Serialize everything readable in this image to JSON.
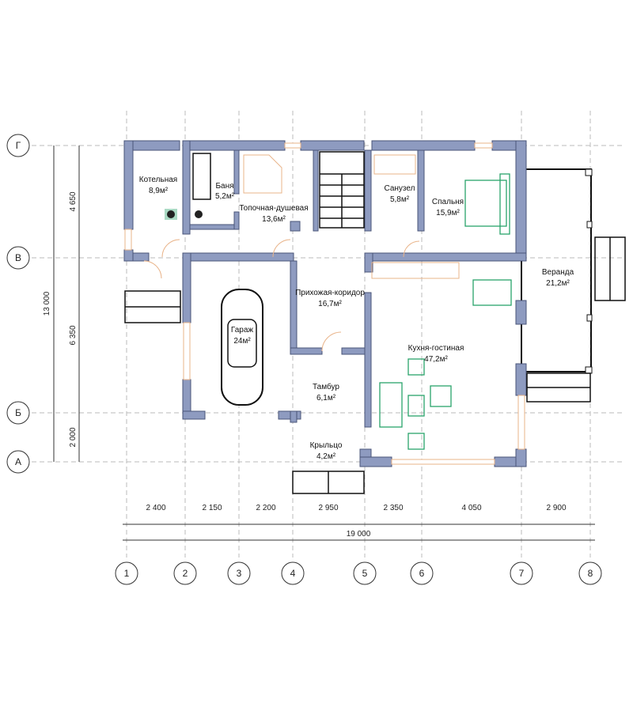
{
  "rooms": {
    "boiler": {
      "name": "Котельная",
      "area": "8,9м²"
    },
    "sauna": {
      "name": "Баня",
      "area": "5,2м²"
    },
    "shower": {
      "name": "Топочная-душевая",
      "area": "13,6м²"
    },
    "bathroom": {
      "name": "Санузел",
      "area": "5,8м²"
    },
    "bedroom": {
      "name": "Спальня",
      "area": "15,9м²"
    },
    "veranda": {
      "name": "Веранда",
      "area": "21,2м²"
    },
    "garage": {
      "name": "Гараж",
      "area": "24м²"
    },
    "hall": {
      "name": "Прихожая-коридор",
      "area": "16,7м²"
    },
    "kitchen": {
      "name": "Кухня-гостиная",
      "area": "47,2м²"
    },
    "vestibule": {
      "name": "Тамбур",
      "area": "6,1м²"
    },
    "porch": {
      "name": "Крыльцо",
      "area": "4,2м²"
    }
  },
  "axes_vertical": [
    "Г",
    "В",
    "Б",
    "А"
  ],
  "axes_horizontal": [
    "1",
    "2",
    "3",
    "4",
    "5",
    "6",
    "7",
    "8"
  ],
  "dims_vertical": [
    "4 650",
    "6 350",
    "2 000"
  ],
  "dim_vertical_total": "13 000",
  "dims_horizontal": [
    "2 400",
    "2 150",
    "2 200",
    "2 950",
    "2 350",
    "4 050",
    "2 900"
  ],
  "dim_horizontal_total": "19 000",
  "colors": {
    "wall": "#8e9bc0",
    "furniture": "#2aa36b",
    "door": "#e9b48a"
  }
}
